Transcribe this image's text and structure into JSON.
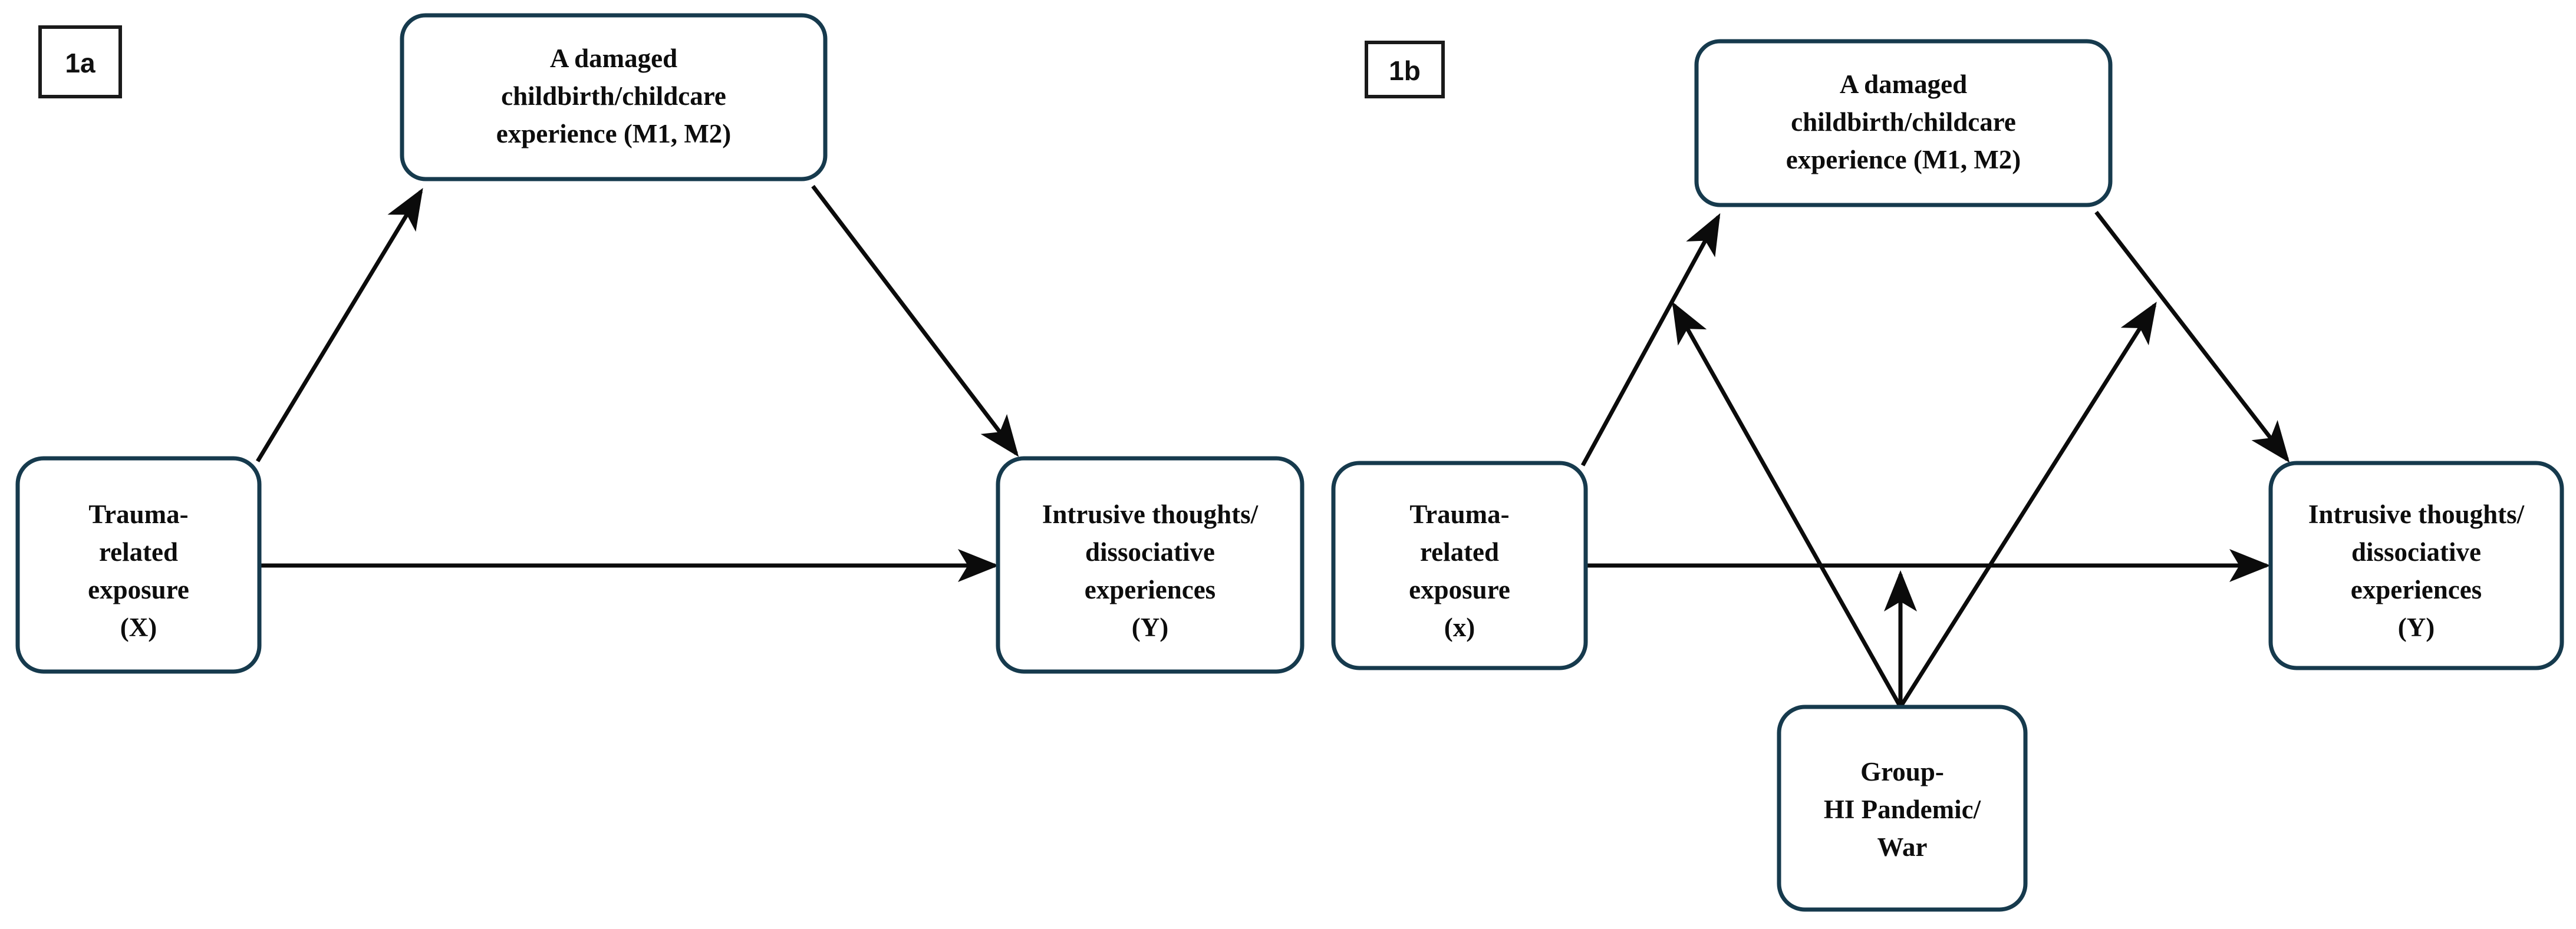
{
  "figure": {
    "background_color": "#ffffff",
    "box_border_color": "#163A4D",
    "arrow_color": "#0b0b0b",
    "tag_border_color": "#1a1a1a"
  },
  "panels": [
    {
      "id": "1a",
      "tag": "1a",
      "nodes": {
        "predictor": {
          "lines": [
            "Trauma-",
            "related",
            "exposure",
            "(X)"
          ],
          "role": "independent-variable"
        },
        "mediator": {
          "lines": [
            "A damaged",
            "childbirth/childcare",
            "experience (M1, M2)"
          ],
          "role": "mediator"
        },
        "outcome": {
          "lines": [
            "Intrusive thoughts/",
            "dissociative",
            "experiences",
            "(Y)"
          ],
          "role": "dependent-variable"
        }
      },
      "edges": [
        {
          "id": "a-path",
          "from": "predictor",
          "to": "mediator",
          "style": "arrow"
        },
        {
          "id": "b-path",
          "from": "mediator",
          "to": "outcome",
          "style": "arrow"
        },
        {
          "id": "c-path",
          "from": "predictor",
          "to": "outcome",
          "style": "arrow"
        }
      ]
    },
    {
      "id": "1b",
      "tag": "1b",
      "nodes": {
        "predictor": {
          "lines": [
            "Trauma-",
            "related",
            "exposure",
            "(x)"
          ],
          "role": "independent-variable"
        },
        "mediator": {
          "lines": [
            "A damaged",
            "childbirth/childcare",
            "experience (M1, M2)"
          ],
          "role": "mediator"
        },
        "outcome": {
          "lines": [
            "Intrusive thoughts/",
            "dissociative",
            "experiences",
            "(Y)"
          ],
          "role": "dependent-variable"
        },
        "moderator": {
          "lines": [
            "Group-",
            "HI Pandemic/",
            "War"
          ],
          "role": "moderator"
        }
      },
      "edges": [
        {
          "id": "a-path",
          "from": "predictor",
          "to": "mediator",
          "style": "arrow"
        },
        {
          "id": "b-path",
          "from": "mediator",
          "to": "outcome",
          "style": "arrow"
        },
        {
          "id": "c-path",
          "from": "predictor",
          "to": "outcome",
          "style": "arrow"
        },
        {
          "id": "mod-a-path",
          "from": "moderator",
          "to": "a-path",
          "style": "arrow"
        },
        {
          "id": "mod-c-path",
          "from": "moderator",
          "to": "c-path",
          "style": "arrow"
        },
        {
          "id": "mod-b-path",
          "from": "moderator",
          "to": "b-path",
          "style": "arrow"
        }
      ]
    }
  ]
}
